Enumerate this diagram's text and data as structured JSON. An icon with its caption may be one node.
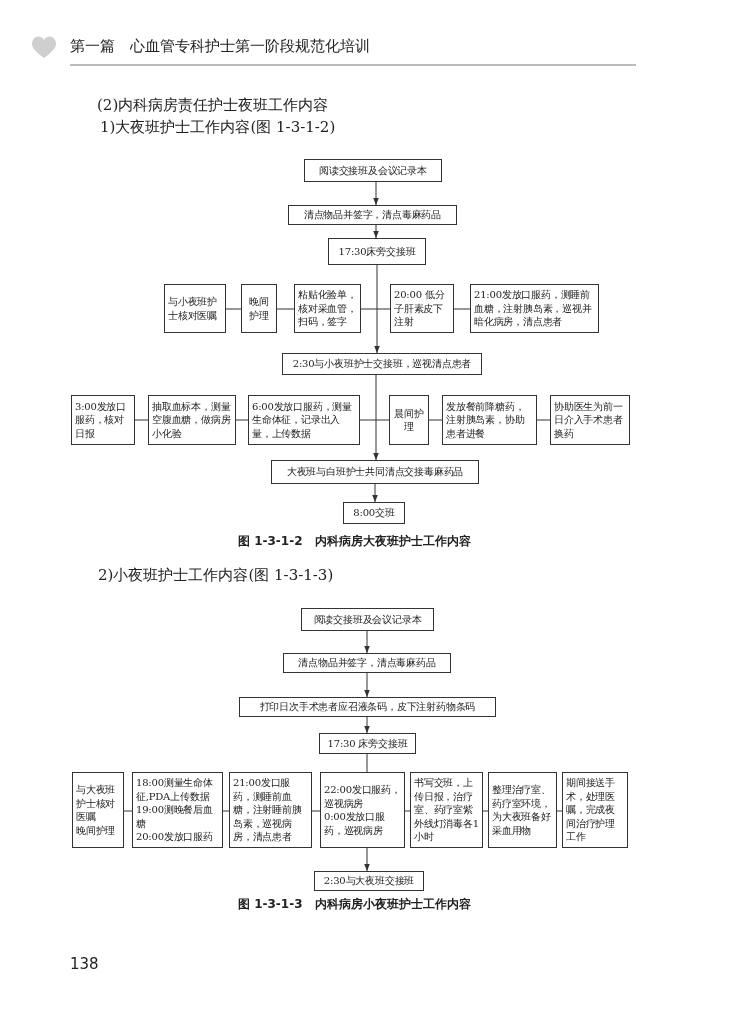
{
  "diagram": {
    "nodes": [
      {
        "text": [
          "阅读交接班及会议记录本"
        ]
      },
      {
        "text": [
          "清点物品并签字，清点毒麻药品"
        ]
      },
      {
        "text": [
          "17:30床旁交接班"
        ]
      },
      {
        "text": [
          "与小夜班护士核对医嘱"
        ]
      },
      {
        "text": [
          "晚间护理"
        ]
      },
      {
        "text": [
          "粘贴化验单，核对采血管，扫码，签字"
        ]
      },
      {
        "text": [
          "20:00 低分子肝素皮下注射"
        ]
      },
      {
        "text": [
          "21:00发放口服药，测睡前血糖，注射胰岛素，巡视并暗化病房，清点患者"
        ]
      },
      {
        "text": [
          "2:30与小夜班护士交接班，巡视清点患者"
        ]
      },
      {
        "text": [
          "3:00发放口服药，核对日报"
        ]
      },
      {
        "text": [
          "抽取血标本，测量空腹血糖，做病房小化验"
        ]
      },
      {
        "text": [
          "6:00发放口服药，测量生命体征，记录出入量，上传数据"
        ]
      },
      {
        "text": [
          "晨间护理"
        ]
      },
      {
        "text": [
          "发放餐前降糖药，注射胰岛素，协助患者进餐"
        ]
      },
      {
        "text": [
          "协助医生为前一日介入手术患者换药"
        ]
      },
      {
        "text": [
          "大夜班与白班护士共同清点交接毒麻药品"
        ]
      },
      {
        "text": [
          "8:00交班"
        ]
      },
      {
        "text": [
          "阅读交接班及会议记录本"
        ]
      },
      {
        "text": [
          "清点物品并签字，清点毒麻药品"
        ]
      },
      {
        "text": [
          "打印日次手术患者应召液条码，皮下注射药物条码"
        ]
      },
      {
        "text": [
          "17:30 床旁交接班"
        ]
      },
      {
        "text": [
          "与大夜班护士核对医嘱",
          "晚间护理"
        ]
      },
      {
        "text": [
          "18:00测量生命体征,PDA上传数据",
          "19:00测晚餐后血糖",
          "20:00发放口服药"
        ]
      },
      {
        "text": [
          "21:00发口服药，测睡前血糖，注射睡前胰岛素，巡视病房，清点患者"
        ]
      },
      {
        "text": [
          "22:00发口服药，巡视病房",
          "0:00发放口服药，巡视病房"
        ]
      },
      {
        "text": [
          "书写交班，上传日报，治疗室、药疗室紫外线灯消毒各1小时"
        ]
      },
      {
        "text": [
          "整理治疗室、药疗室环境，为大夜班备好采血用物"
        ]
      },
      {
        "text": [
          "期间接送手术，处理医嘱，完成夜间治疗护理工作"
        ]
      },
      {
        "text": [
          "2:30与大夜班交接班"
        ]
      }
    ],
    "edges": [
      {
        "from": 0,
        "to": 1,
        "arrow": "to"
      },
      {
        "from": 1,
        "to": 2,
        "arrow": "to"
      },
      {
        "from": 2,
        "to": 8,
        "arrow": "to"
      },
      {
        "from": 3,
        "to": 4,
        "arrow": "none"
      },
      {
        "from": 4,
        "to": 5,
        "arrow": "none"
      },
      {
        "from": 5,
        "to": 6,
        "arrow": "none"
      },
      {
        "from": 6,
        "to": 7,
        "arrow": "none"
      },
      {
        "from": 8,
        "to": 15,
        "arrow": "to"
      },
      {
        "from": 9,
        "to": 10,
        "arrow": "none"
      },
      {
        "from": 10,
        "to": 11,
        "arrow": "none"
      },
      {
        "from": 11,
        "to": 12,
        "arrow": "none"
      },
      {
        "from": 12,
        "to": 13,
        "arrow": "none"
      },
      {
        "from": 13,
        "to": 14,
        "arrow": "none"
      },
      {
        "from": 15,
        "to": 16,
        "arrow": "to"
      },
      {
        "from": 17,
        "to": 18,
        "arrow": "to"
      },
      {
        "from": 18,
        "to": 19,
        "arrow": "to"
      },
      {
        "from": 19,
        "to": 20,
        "arrow": "to"
      },
      {
        "from": 20,
        "to": 24,
        "arrow": "none"
      },
      {
        "from": 21,
        "to": 22,
        "arrow": "none"
      },
      {
        "from": 22,
        "to": 23,
        "arrow": "none"
      },
      {
        "from": 23,
        "to": 24,
        "arrow": "none"
      },
      {
        "from": 24,
        "to": 25,
        "arrow": "none"
      },
      {
        "from": 25,
        "to": 26,
        "arrow": "none"
      },
      {
        "from": 26,
        "to": 27,
        "arrow": "none"
      },
      {
        "from": 24,
        "to": 28,
        "arrow": "to"
      }
    ],
    "labels": [
      "第一篇　心血管专科护士第一阶段规范化培训",
      "(2)内科病房责任护士夜班工作内容",
      "1)大夜班护士工作内容(图 1-3-1-2)",
      "图 1-3-1-2　内科病房大夜班护士工作内容",
      "2)小夜班护士工作内容(图 1-3-1-3)",
      "图 1-3-1-3　内科病房小夜班护士工作内容",
      "138"
    ]
  }
}
